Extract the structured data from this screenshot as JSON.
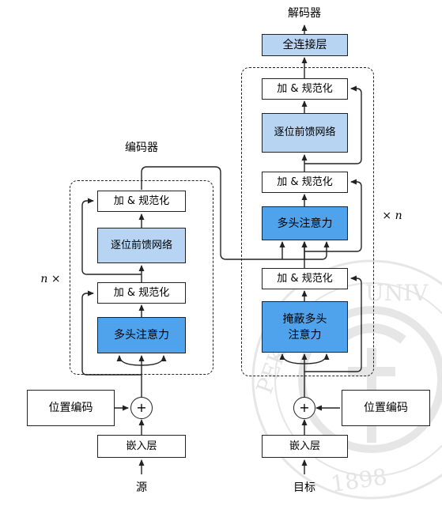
{
  "encoder": {
    "title": "编码器",
    "repeat_label": "n ×",
    "add_norm_top": "加 & 规范化",
    "ffn": "逐位前馈网络",
    "add_norm_bottom": "加 & 规范化",
    "mha": "多头注意力",
    "pos_encoding": "位置编码",
    "embedding": "嵌入层",
    "input": "源",
    "plus": "+"
  },
  "decoder": {
    "title": "解码器",
    "repeat_label": "× n",
    "dense": "全连接层",
    "add_norm_top": "加 & 规范化",
    "ffn": "逐位前馈网络",
    "add_norm_mid": "加 & 规范化",
    "mha": "多头注意力",
    "add_norm_bottom": "加 & 规范化",
    "masked_mha_line1": "掩蔽多头",
    "masked_mha_line2": "注意力",
    "pos_encoding": "位置编码",
    "embedding": "嵌入层",
    "input": "目标",
    "plus": "+"
  },
  "colors": {
    "attention_block": "#4ea3ec",
    "ffn_block": "#b7d5f2",
    "dense_block": "#b7d5f2",
    "line": "#222222",
    "watermark": "#e4e4e4"
  },
  "watermark": {
    "ring_text": "UNIV",
    "seal_text": "PEK",
    "year": "1898"
  }
}
